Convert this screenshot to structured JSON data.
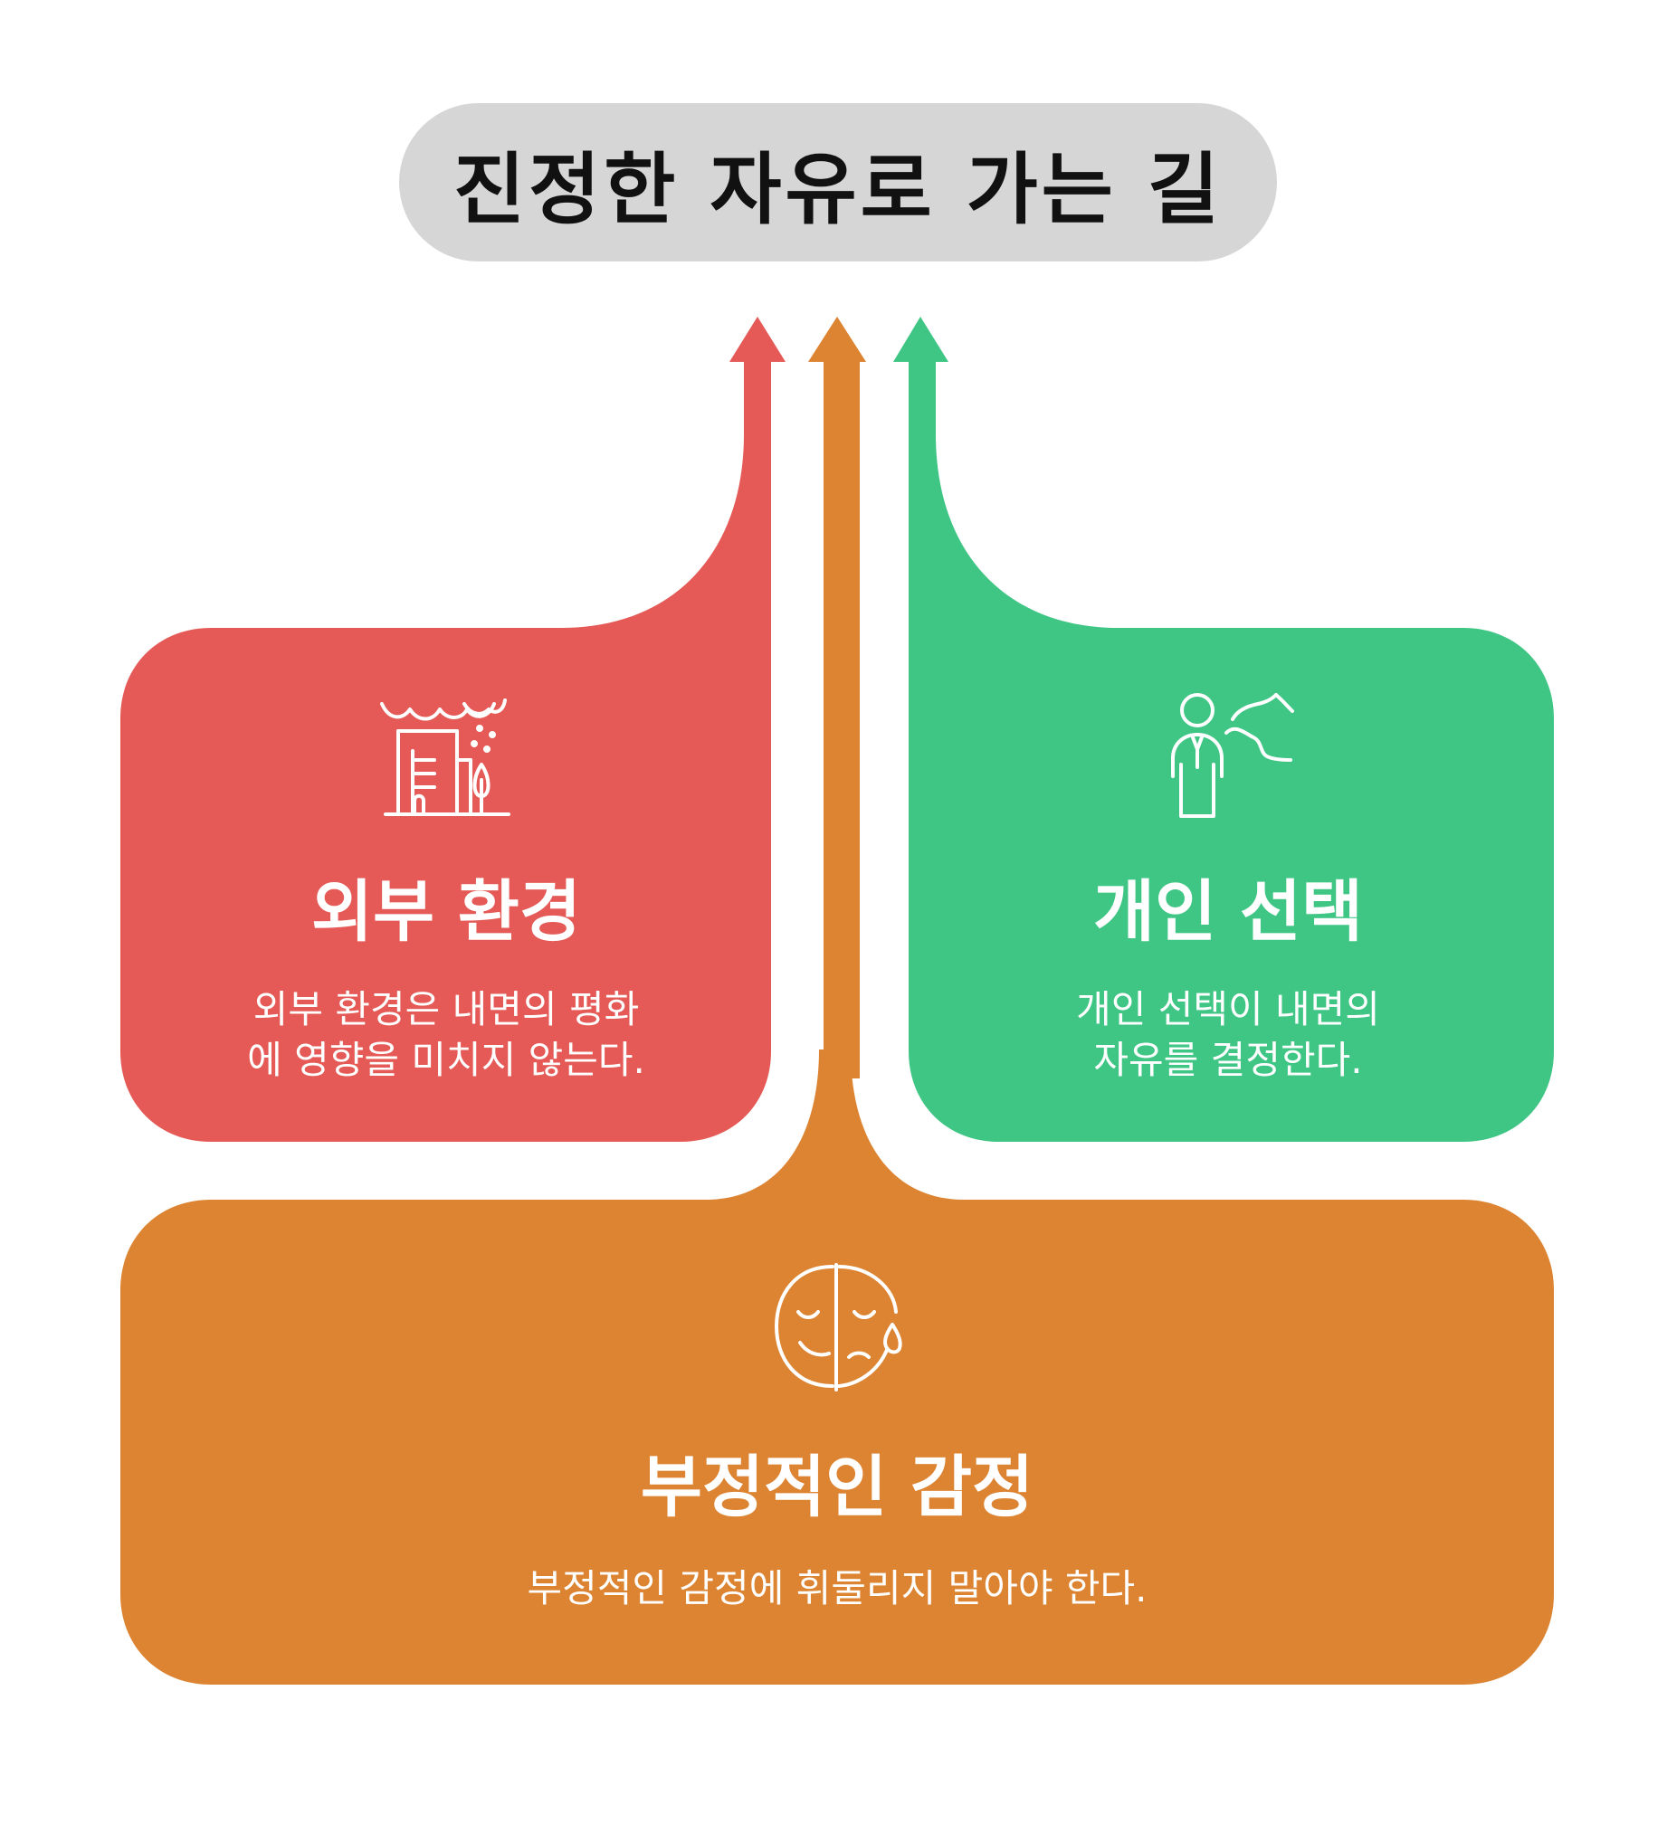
{
  "title": "진정한 자유로 가는 길",
  "colors": {
    "red": "#E55A56",
    "green": "#3FC684",
    "orange": "#DD8432",
    "title_bg": "#D6D6D6",
    "text_dark": "#111111",
    "text_light": "#FFFFFF"
  },
  "cards": {
    "external": {
      "title": "외부 환경",
      "desc_line1": "외부 환경은 내면의 평화",
      "desc_line2": "에 영향을 미치지 않는다.",
      "icon": "city-skyline-rain-icon"
    },
    "choice": {
      "title": "개인 선택",
      "desc_line1": "개인 선택이 내면의",
      "desc_line2": "자유를 결정한다.",
      "icon": "person-breath-icon"
    },
    "emotion": {
      "title": "부정적인 감정",
      "desc": "부정적인 감정에 휘둘리지 말아야 한다.",
      "icon": "sad-face-tear-icon"
    }
  }
}
